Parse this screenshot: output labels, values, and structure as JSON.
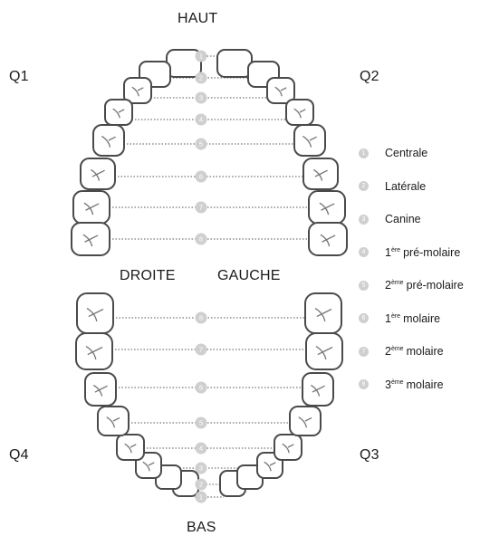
{
  "labels": {
    "top": "HAUT",
    "bottom": "BAS",
    "right_side": "DROITE",
    "left_side": "GAUCHE",
    "q1": "Q1",
    "q2": "Q2",
    "q3": "Q3",
    "q4": "Q4"
  },
  "tooth_numbers": [
    "1",
    "2",
    "3",
    "4",
    "5",
    "6",
    "7",
    "8"
  ],
  "legend": [
    {
      "num": "1",
      "ordinal": "",
      "sup": "",
      "text": "Centrale"
    },
    {
      "num": "2",
      "ordinal": "",
      "sup": "",
      "text": "Latérale"
    },
    {
      "num": "3",
      "ordinal": "",
      "sup": "",
      "text": "Canine"
    },
    {
      "num": "4",
      "ordinal": "1",
      "sup": "ère",
      "text": "pré-molaire"
    },
    {
      "num": "5",
      "ordinal": "2",
      "sup": "ème",
      "text": "pré-molaire"
    },
    {
      "num": "6",
      "ordinal": "1",
      "sup": "ère",
      "text": "molaire"
    },
    {
      "num": "7",
      "ordinal": "2",
      "sup": "ème",
      "text": "molaire"
    },
    {
      "num": "8",
      "ordinal": "3",
      "sup": "ème",
      "text": "molaire"
    }
  ],
  "colors": {
    "tooth_outline": "#4a4a4a",
    "badge": "#cfcfcf",
    "dotted_line": "#555555",
    "text": "#1a1a1a"
  }
}
